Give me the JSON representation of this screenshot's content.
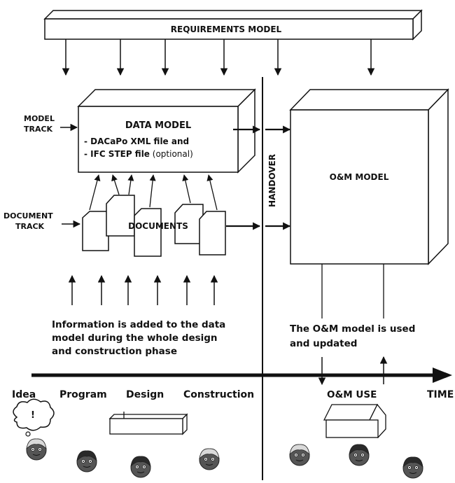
{
  "requirements": {
    "title": "REQUIREMENTS MODEL"
  },
  "data_model": {
    "title": "DATA MODEL",
    "line1": "- DACaPo XML file  and",
    "line2_bold": "- IFC STEP file",
    "line2_rest": " (optional)"
  },
  "tracks": {
    "model_1": "MODEL",
    "model_2": "TRACK",
    "doc_1": "DOCUMENT",
    "doc_2": "TRACK"
  },
  "documents": {
    "label": "DOCUMENTS"
  },
  "handover": {
    "label": "HANDOVER"
  },
  "om_model": {
    "title": "O&M MODEL"
  },
  "notes": {
    "left": [
      "Information is added to the data",
      "model during the whole design",
      "and construction phase"
    ],
    "right": [
      "The O&M model is used",
      "and updated"
    ]
  },
  "timeline": {
    "phases": [
      "Idea",
      "Program",
      "Design",
      "Construction"
    ],
    "om_use": "O&M USE",
    "time": "TIME",
    "bubble": "!"
  },
  "colors": {
    "stroke": "#111111",
    "fill": "#ffffff",
    "face_dark": "#555555",
    "face_light": "#d9d9d9"
  }
}
